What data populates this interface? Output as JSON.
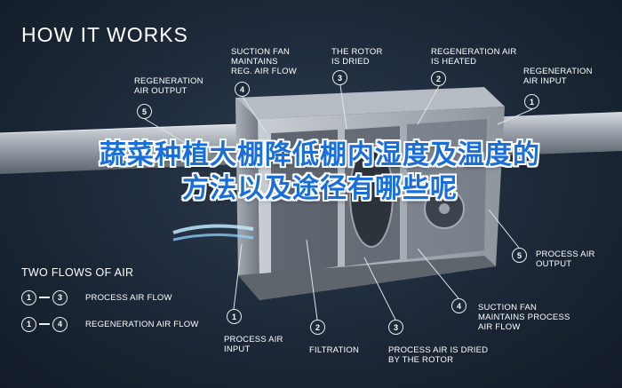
{
  "title": "HOW IT WORKS",
  "overlay_text": "蔬菜种植大棚降低棚内湿度及温度的方法以及途径有哪些呢",
  "top_callouts": [
    {
      "num": "5",
      "text": "REGENERATION\nAIR OUTPUT"
    },
    {
      "num": "4",
      "text": "SUCTION FAN\nMAINTAINS\nREG. AIR FLOW"
    },
    {
      "num": "3",
      "text": "THE ROTOR\nIS DRIED"
    },
    {
      "num": "2",
      "text": "REGENERATION AIR\nIS HEATED"
    },
    {
      "num": "1",
      "text": "REGENERATION\nAIR INPUT"
    }
  ],
  "bottom_callouts": [
    {
      "num": "1",
      "text": "PROCESS AIR\nINPUT"
    },
    {
      "num": "2",
      "text": "FILTRATION"
    },
    {
      "num": "3",
      "text": "PROCESS AIR IS DRIED\nBY THE ROTOR"
    },
    {
      "num": "4",
      "text": "SUCTION FAN\nMAINTAINS PROCESS\nAIR FLOW"
    },
    {
      "num": "5",
      "text": "PROCESS AIR\nOUTPUT"
    }
  ],
  "flows": {
    "title": "TWO FLOWS OF AIR",
    "rows": [
      {
        "from": "1",
        "to": "3",
        "label": "PROCESS AIR FLOW"
      },
      {
        "from": "1",
        "to": "4",
        "label": "REGENERATION AIR FLOW"
      }
    ]
  },
  "colors": {
    "background": "#1c2838",
    "overlay_text": "#1a6ed8",
    "badge_border": "#e8edf2"
  }
}
